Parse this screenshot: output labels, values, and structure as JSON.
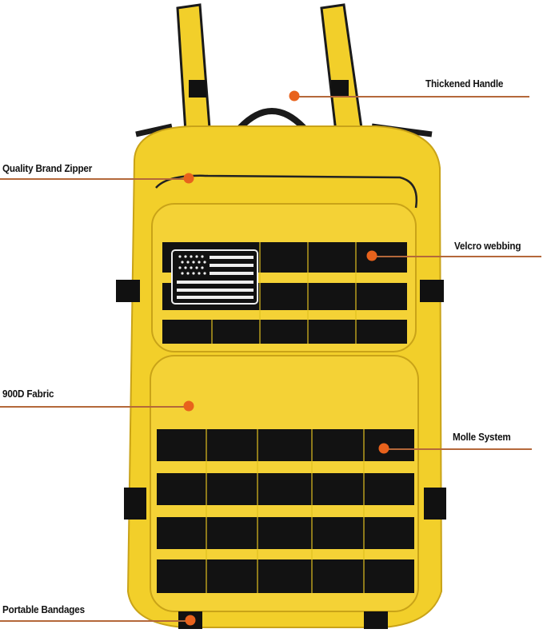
{
  "image": {
    "subject": "yellow tactical backpack with black molle webbing and US flag patch",
    "colors": {
      "bag": "#f2cf2a",
      "bag_shadow": "#d9b21c",
      "webbing": "#121212",
      "callout_line": "#b4683a",
      "callout_dot": "#e8621c",
      "background": "#ffffff"
    }
  },
  "callouts": [
    {
      "label": "Thickened Handle",
      "side": "right"
    },
    {
      "label": "Quality Brand Zipper",
      "side": "left"
    },
    {
      "label": "Velcro webbing",
      "side": "right"
    },
    {
      "label": "900D Fabric",
      "side": "left"
    },
    {
      "label": "Molle System",
      "side": "right"
    },
    {
      "label": "Portable Bandages",
      "side": "left"
    }
  ]
}
